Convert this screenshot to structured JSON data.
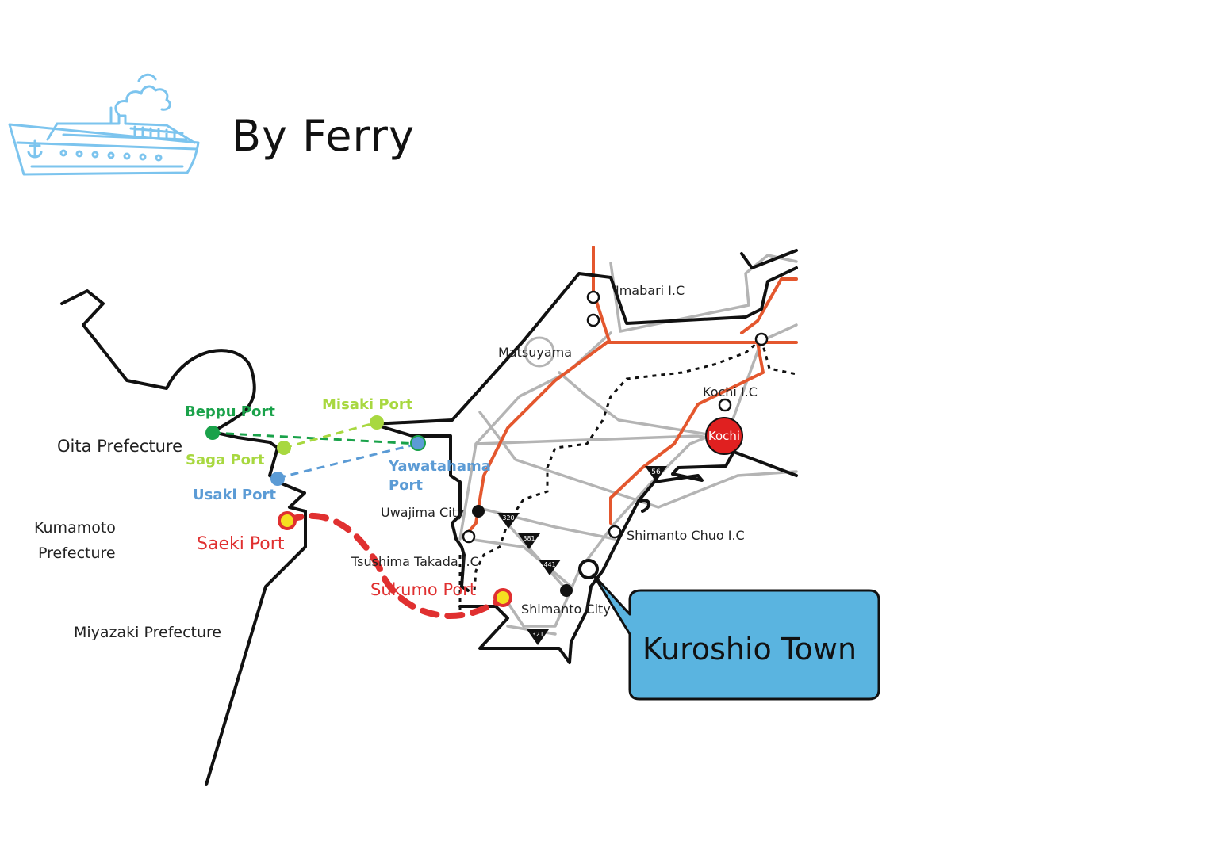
{
  "title": "By Ferry",
  "callout": {
    "label": "Kuroshio Town"
  },
  "ports": {
    "beppu": "Beppu Port",
    "misaki": "Misaki Port",
    "saga": "Saga Port",
    "yawatahama_line1": "Yawatahama",
    "yawatahama_line2": "Port",
    "usaki": "Usaki Port",
    "saeki": "Saeki Port",
    "sukumo": "Sukumo Port"
  },
  "places": {
    "oita": "Oita Prefecture",
    "kumamoto_line1": "Kumamoto",
    "kumamoto_line2": "Prefecture",
    "miyazaki": "Miyazaki Prefecture",
    "imabari": "Imabari I.C",
    "matsuyama": "Matsuyama",
    "kochi_ic": "Kochi I.C",
    "kochi": "Kochi",
    "uwajima": "Uwajima City",
    "tsushima": "Tsushima Takada I.C",
    "shimanto_chuo": "Shimanto Chuo I.C",
    "shimanto_city": "Shimanto City"
  },
  "routes": {
    "r56": "56",
    "r320": "320",
    "r381": "381",
    "r441": "441",
    "r321": "321"
  },
  "colors": {
    "ship": "#7cc4ee",
    "expressway": "#e4572e",
    "road": "#b4b4b4",
    "coast": "#111111",
    "ferry_beppu": "#1aa24a",
    "ferry_saga": "#a8d840",
    "ferry_usaki": "#5b9bd5",
    "ferry_saeki": "#e03030",
    "callout_fill": "#5ab4e0",
    "kochi_fill": "#e02020",
    "port_fill": "#f5e020"
  }
}
